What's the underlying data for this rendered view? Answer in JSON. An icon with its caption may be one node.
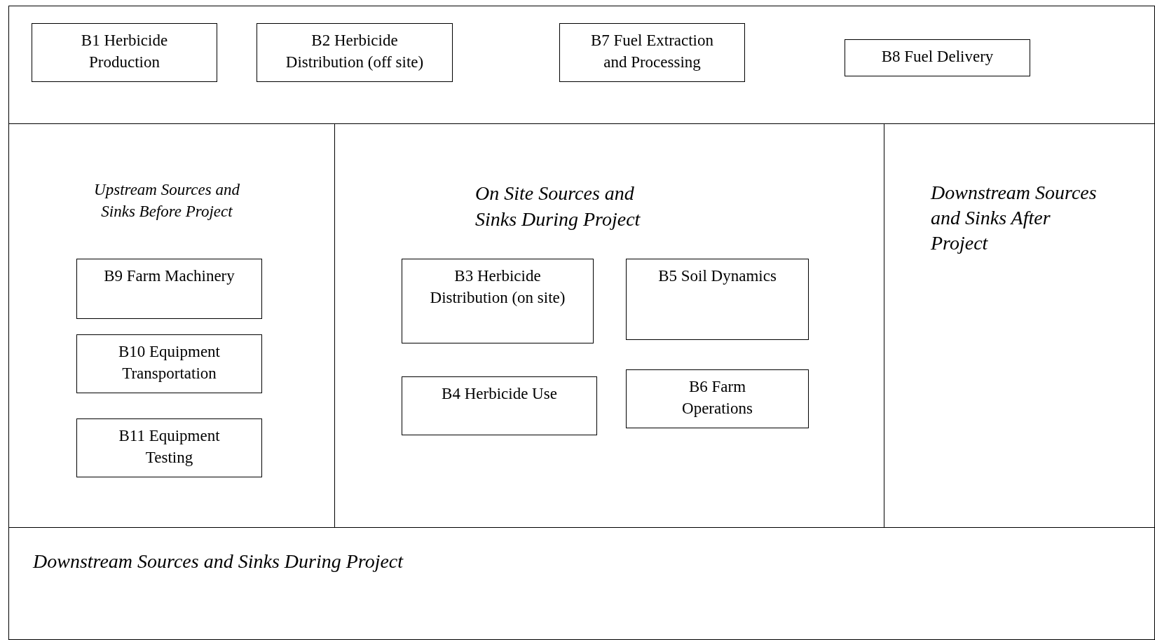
{
  "diagram": {
    "nodes": [
      {
        "text": [],
        "shape": "box"
      },
      {
        "text": [
          "B1 Herbicide Production"
        ],
        "in": 0
      },
      {
        "text": [
          "B2 Herbicide Distribution (off site)"
        ],
        "in": 0
      },
      {
        "text": [
          "B7 Fuel Extraction and Processing"
        ],
        "in": 0
      },
      {
        "text": [
          "B8 Fuel Delivery"
        ],
        "in": 0
      },
      {
        "text": [
          "Upstream Sources and Sinks Before Project"
        ]
      },
      {
        "text": [
          "B9 Farm Machinery"
        ],
        "in": 5
      },
      {
        "text": [
          "B10 Equipment Transportation"
        ],
        "in": 5
      },
      {
        "text": [
          "B11 Equipment Testing"
        ],
        "in": 5
      },
      {
        "text": [
          "On Site Sources and Sinks During Project"
        ]
      },
      {
        "text": [
          "B3 Herbicide Distribution (on site)"
        ],
        "in": 9
      },
      {
        "text": [
          "B5 Soil Dynamics"
        ],
        "in": 9
      },
      {
        "text": [
          "B4 Herbicide Use"
        ],
        "in": 9
      },
      {
        "text": [
          "B6 Farm Operations"
        ],
        "in": 9
      },
      {
        "text": [
          "Downstream Sources and Sinks After Project"
        ]
      },
      {
        "text": [
          "Downstream Sources and Sinks During Project"
        ]
      }
    ],
    "edges": []
  }
}
